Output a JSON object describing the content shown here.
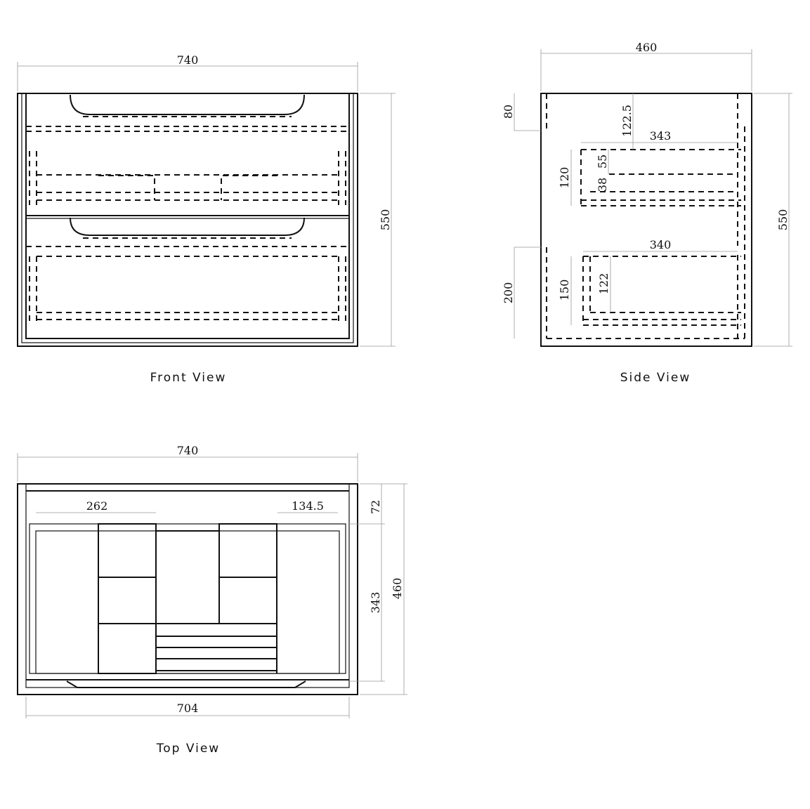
{
  "front_view": {
    "caption": "Front View",
    "width": "740",
    "height": "550"
  },
  "side_view": {
    "caption": "Side View",
    "depth": "460",
    "height": "550",
    "top_rail": "80",
    "offset_top": "122.5",
    "upper_drawer_depth": "343",
    "upper_drawer_height": "120",
    "upper_inner_a": "55",
    "upper_inner_b": "38",
    "lower_drawer_depth": "340",
    "plinth": "200",
    "lower_drawer_height": "150",
    "lower_inner": "122"
  },
  "top_view": {
    "caption": "Top View",
    "width": "740",
    "inner_width": "704",
    "left_section": "262",
    "right_section": "134.5",
    "back_gap": "72",
    "drawer_depth": "343",
    "depth": "460"
  }
}
